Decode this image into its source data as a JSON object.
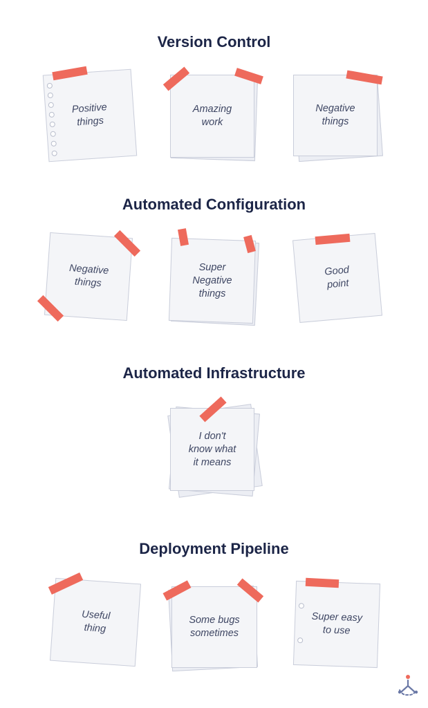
{
  "sections": [
    {
      "title": "Version Control",
      "notes": [
        {
          "text": "Positive\nthings"
        },
        {
          "text": "Amazing\nwork"
        },
        {
          "text": "Negative\nthings"
        }
      ]
    },
    {
      "title": "Automated Configuration",
      "notes": [
        {
          "text": "Negative\nthings"
        },
        {
          "text": "Super\nNegative\nthings"
        },
        {
          "text": "Good\npoint"
        }
      ]
    },
    {
      "title": "Automated Infrastructure",
      "notes": [
        {
          "text": "I don't\nknow what\nit means"
        }
      ]
    },
    {
      "title": "Deployment Pipeline",
      "notes": [
        {
          "text": "Useful\nthing"
        },
        {
          "text": "Some bugs\nsometimes"
        },
        {
          "text": "Super easy\nto use"
        }
      ]
    }
  ],
  "colors": {
    "title": "#1c2547",
    "paper": "#f4f5f8",
    "paper_border": "#c9cdda",
    "tape": "#ee6a5c",
    "note_text": "#3e4663"
  },
  "logo_icon": "people-triangle-logo-icon"
}
